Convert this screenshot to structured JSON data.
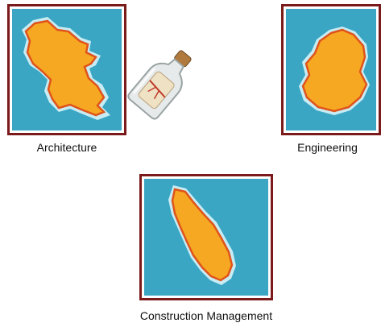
{
  "colors": {
    "frame": "#7a1a1a",
    "sea": "#3aa6c4",
    "halo": "#c8ecf3",
    "island_fill": "#f6a822",
    "island_edge": "#e0531b"
  },
  "tiles": {
    "architecture": {
      "label": "Architecture",
      "icon": "island-map-icon"
    },
    "engineering": {
      "label": "Engineering",
      "icon": "island-map-icon"
    },
    "construction": {
      "label": "Construction Management",
      "icon": "island-map-icon"
    }
  },
  "decoration": {
    "icon": "message-in-bottle-icon"
  }
}
